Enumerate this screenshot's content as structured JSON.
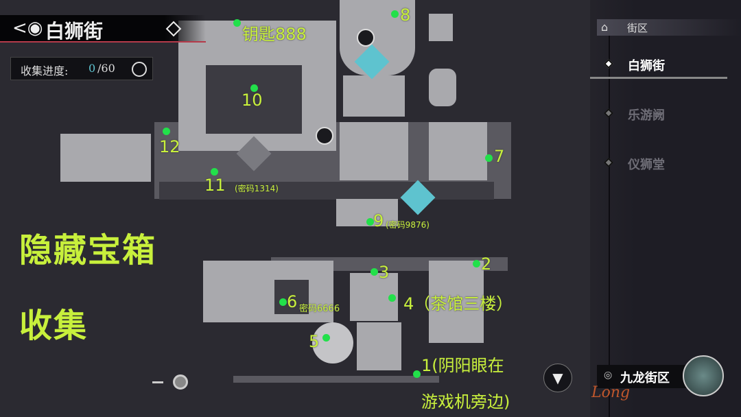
{
  "header": {
    "title": "白狮街",
    "progress_label": "收集进度:",
    "progress_value": "0",
    "progress_total": "/60"
  },
  "sidebar": {
    "section": "街区",
    "items": [
      {
        "label": "白狮街",
        "active": true
      },
      {
        "label": "乐游阙",
        "active": false
      },
      {
        "label": "仪狮堂",
        "active": false
      }
    ]
  },
  "location": {
    "label": "九龙街区",
    "signature": "Long"
  },
  "overlay": {
    "title_line1": "隐藏宝箱",
    "title_line2": "收集"
  },
  "markers": [
    {
      "label": "钥匙888"
    },
    {
      "label": "8"
    },
    {
      "label": "10"
    },
    {
      "label": "12"
    },
    {
      "label": "11",
      "note": "(密码1314)"
    },
    {
      "label": "7"
    },
    {
      "label": "9",
      "note": "(密码9876)"
    },
    {
      "label": "2"
    },
    {
      "label": "3"
    },
    {
      "label": "4（茶馆三楼）"
    },
    {
      "label": "6",
      "note": "密码6666"
    },
    {
      "label": "5"
    },
    {
      "label": "1(阴阳眼在",
      "label2": "游戏机旁边)"
    }
  ],
  "colors": {
    "marker": "#22e04a",
    "label": "#c8f03c",
    "accent": "#5ec3cf"
  }
}
